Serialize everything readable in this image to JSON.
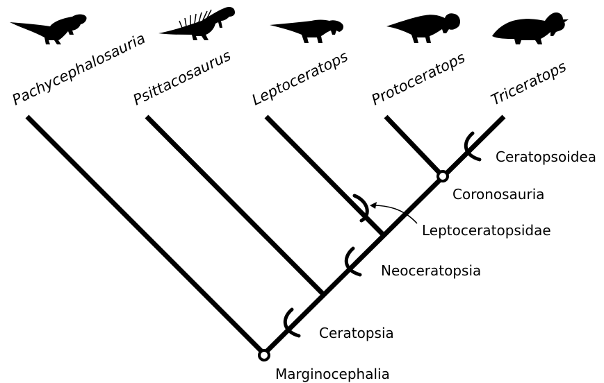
{
  "taxa": {
    "pachycephalosauria": "Pachycephalosauria",
    "psittacosaurus": "Psittacosaurus",
    "leptoceratops": "Leptoceratops",
    "protoceratops": "Protoceratops",
    "triceratops": "Triceratops"
  },
  "clades": {
    "marginocephalia": "Marginocephalia",
    "ceratopsia": "Ceratopsia",
    "neoceratopsia": "Neoceratopsia",
    "leptoceratopsidae": "Leptoceratopsidae",
    "coronosauria": "Coronosauria",
    "ceratopsoidea": "Ceratopsoidea"
  },
  "silhouettes": [
    "pachycephalosaur-silhouette",
    "psittacosaurus-silhouette",
    "leptoceratops-silhouette",
    "protoceratops-silhouette",
    "triceratops-silhouette"
  ],
  "colors": {
    "ink": "#000000",
    "background": "#ffffff"
  }
}
